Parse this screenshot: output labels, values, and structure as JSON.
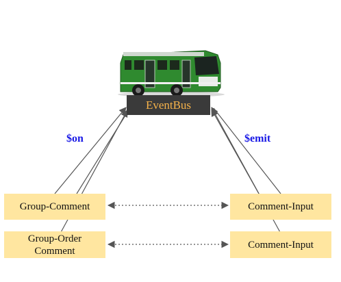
{
  "bus": {
    "label": "EventBus",
    "icon": "bus-icon"
  },
  "labels": {
    "on": "$on",
    "emit": "$emit"
  },
  "nodes": {
    "group_comment": "Group-Comment",
    "group_order_comment_line1": "Group-Order",
    "group_order_comment_line2": "Comment",
    "comment_input_top": "Comment-Input",
    "comment_input_bottom": "Comment-Input"
  },
  "colors": {
    "node_fill": "#ffe6a0",
    "bus_box": "#3a3a3a",
    "bus_text": "#f5b24a",
    "edge_label": "#1a1ae6",
    "arrow": "#555555",
    "bus_body": "#2f8a2f"
  }
}
